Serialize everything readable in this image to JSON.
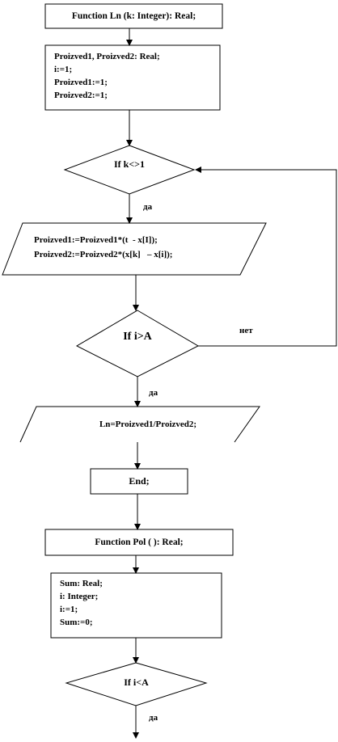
{
  "flowchart": {
    "func_ln_header": "Function Ln (k: Integer): Real;",
    "ln_vars": [
      "Proizved1, Proizved2: Real;",
      "i:=1;",
      "Proizved1:=1;",
      "Proizved2:=1;"
    ],
    "cond_k": "If k<>1",
    "yes_label_1": "да",
    "loop_body": [
      "Proizved1:=Proizved1*(t  - x[I]);",
      "Proizved2:=Proizved2*(x[k]   – x[i]);"
    ],
    "cond_i_gt_a": "If i>A",
    "no_label": "нет",
    "yes_label_2": "да",
    "ln_result": "Ln=Proizved1/Proizved2;",
    "end": "End;",
    "func_pol_header": "Function Pol ( ): Real;",
    "pol_vars": [
      "Sum: Real;",
      "i: Integer;",
      "i:=1;",
      "Sum:=0;"
    ],
    "cond_i_lt_a": "If i<A",
    "yes_label_3": "да"
  }
}
